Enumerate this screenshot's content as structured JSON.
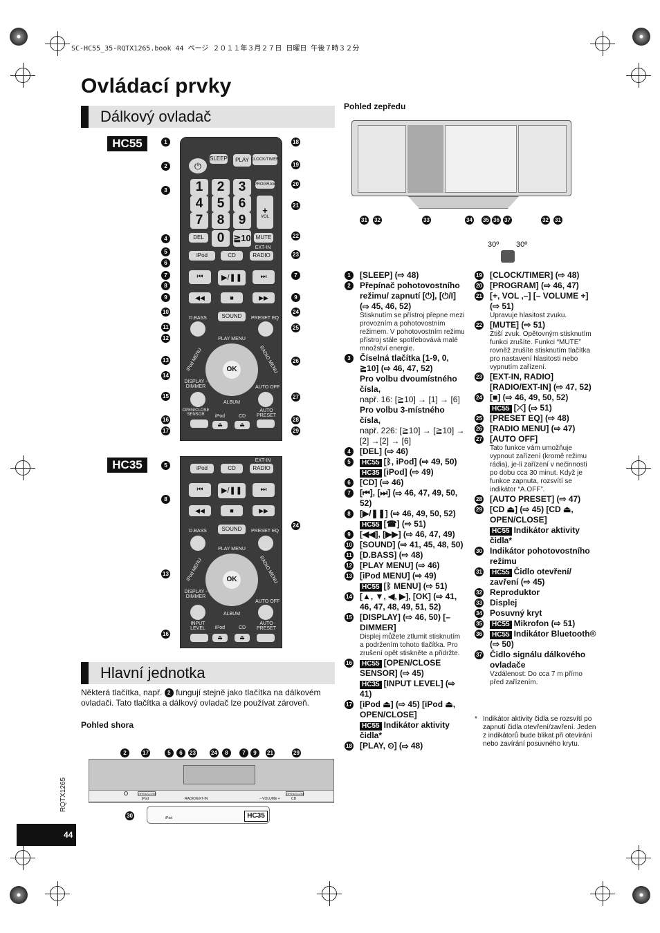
{
  "header": {
    "file_line": "SC-HC55_35-RQTX1265.book  44 ページ  ２０１１年３月２７日  日曜日  午後７時３２分"
  },
  "title": "Ovládací prvky",
  "sec_remote": "Dálkový ovladač",
  "sec_unit": "Hlavní jednotka",
  "badge_hc55": "HC55",
  "badge_hc35": "HC35",
  "front_view_label": "Pohled zepředu",
  "top_view_label": "Pohled shora",
  "unit_intro": "Některá tlačítka, např.",
  "unit_intro2": "fungují stejně jako tlačítka na dálkovém ovladači. Tato tlačítka a dálkový ovladač lze používat zároveň.",
  "angle_left": "30º",
  "angle_right": "30º",
  "side_code": "RQTX1265",
  "page_number": "44",
  "remote": {
    "sleep": "SLEEP",
    "play": "PLAY",
    "clock": "CLOCK/TIMER",
    "program": "PROGRAM",
    "vol": "VOL",
    "del": "DEL",
    "mute": "MUTE",
    "extin": "EXT-IN",
    "ipod": "iPod",
    "cd": "CD",
    "radio": "RADIO",
    "dbass": "D.BASS",
    "sound": "SOUND",
    "preset": "PRESET EQ",
    "playmenu": "PLAY MENU",
    "radiomenu": "RADIO MENU",
    "ipodmenu": "iPod MENU",
    "ok": "OK",
    "display": "DISPLAY -DIMMER",
    "autooff": "AUTO OFF",
    "album": "ALBUM",
    "openclose": "OPEN/CLOSE SENSOR",
    "autopreset": "AUTO PRESET",
    "inputlevel": "INPUT LEVEL",
    "digits": [
      "1",
      "2",
      "3",
      "4",
      "5",
      "6",
      "7",
      "8",
      "9",
      "0",
      "≧10"
    ]
  },
  "top_panel": {
    "ipod": "iPod",
    "radio": "RADIO/EXT-IN",
    "volume": "– VOLUME +",
    "cd": "CD",
    "openclose": "OPEN/CLOSE",
    "hc35": "HC35"
  },
  "list_left": [
    {
      "n": "1",
      "t": "[SLEEP] (⇨ 48)"
    },
    {
      "n": "2",
      "t": "Přepínač pohotovostního režimu/ zapnutí [⏻], [⏻/I] (⇨ 45, 46, 52)",
      "s": "Stisknutím se přístroj přepne mezi provozním a pohotovostním režimem. V pohotovostním režimu přístroj stále spotřebovává malé množství energie."
    },
    {
      "n": "3",
      "t": "Číselná tlačítka [1-9, 0, ≧10] (⇨ 46, 47, 52)",
      "x": "Pro volbu dvoumístného čísla,",
      "s2": "např. 16: [≧10] → [1] → [6]",
      "x2": "Pro volbu 3-místného čísla,",
      "s3": "např. 226: [≧10] → [≧10] → [2] →[2] → [6]"
    },
    {
      "n": "4",
      "t": "[DEL] (⇨ 46)"
    },
    {
      "n": "5",
      "k": "HC55",
      "t": "[ᛒ, iPod] (⇨ 49, 50)",
      "k2": "HC35",
      "t2": "[iPod] (⇨ 49)"
    },
    {
      "n": "6",
      "t": "[CD] (⇨ 46)"
    },
    {
      "n": "7",
      "t": "[⏮], [⏭] (⇨ 46, 47, 49, 50, 52)"
    },
    {
      "n": "8",
      "t": "[▶/❚❚] (⇨ 46, 49, 50, 52)",
      "k2": "HC55",
      "t2": "[☎] (⇨ 51)"
    },
    {
      "n": "9",
      "t": "[◀◀], [▶▶] (⇨ 46, 47, 49)"
    },
    {
      "n": "10",
      "t": "[SOUND] (⇨ 41, 45, 48, 50)"
    },
    {
      "n": "11",
      "t": "[D.BASS] (⇨ 48)"
    },
    {
      "n": "12",
      "t": "[PLAY MENU] (⇨ 46)"
    },
    {
      "n": "13",
      "t": "[iPod MENU] (⇨ 49)",
      "k2": "HC55",
      "t2": "[ᛒ MENU] (⇨ 51)"
    },
    {
      "n": "14",
      "t": "[▲, ▼, ◀, ▶], [OK] (⇨ 41, 46, 47, 48, 49, 51, 52)"
    },
    {
      "n": "15",
      "t": "[DISPLAY] (⇨ 46, 50) [–DIMMER]",
      "s": "Displej můžete ztlumit stisknutím a podržením tohoto tlačítka. Pro zrušení opět stiskněte a přidržte."
    },
    {
      "n": "16",
      "k": "HC55",
      "t": "[OPEN/CLOSE SENSOR] (⇨ 45)",
      "k2": "HC35",
      "t2": "[INPUT LEVEL] (⇨ 41)"
    },
    {
      "n": "17",
      "t": "[iPod ⏏] (⇨ 45) [iPod ⏏, OPEN/CLOSE]",
      "k2": "HC55",
      "t2": "Indikátor aktivity čidla*"
    },
    {
      "n": "18",
      "t": "[PLAY, ⏲] (⇨ 48)"
    }
  ],
  "list_right": [
    {
      "n": "19",
      "t": "[CLOCK/TIMER] (⇨ 48)"
    },
    {
      "n": "20",
      "t": "[PROGRAM] (⇨ 46, 47)"
    },
    {
      "n": "21",
      "t": "[+, VOL ,–] [– VOLUME +] (⇨ 51)",
      "s": "Upravuje hlasitost zvuku."
    },
    {
      "n": "22",
      "t": "[MUTE] (⇨ 51)",
      "s": "Ztiší zvuk. Opětovným stisknutím funkci zrušíte. Funkci “MUTE” rovněž zrušíte stisknutím tlačítka pro nastavení hlasitosti nebo vypnutím zařízení."
    },
    {
      "n": "23",
      "t": "[EXT-IN, RADIO] [RADIO/EXT-IN] (⇨ 47, 52)"
    },
    {
      "n": "24",
      "t": "[■] (⇨ 46, 49, 50, 52)",
      "k2": "HC55",
      "t2": "[⤫] (⇨ 51)"
    },
    {
      "n": "25",
      "t": "[PRESET EQ] (⇨ 48)"
    },
    {
      "n": "26",
      "t": "[RADIO MENU] (⇨ 47)"
    },
    {
      "n": "27",
      "t": "[AUTO OFF]",
      "s": "Tato funkce vám umožňuje vypnout zařízení (kromě režimu rádia), je-li zařízení v nečinnosti po dobu cca 30 minut. Když je funkce zapnuta, rozsvítí se indikátor “A.OFF”."
    },
    {
      "n": "28",
      "t": "[AUTO PRESET] (⇨ 47)"
    },
    {
      "n": "29",
      "t": "[CD ⏏] (⇨ 45) [CD ⏏, OPEN/CLOSE]",
      "k2": "HC55",
      "t2": "Indikátor aktivity čidla*"
    },
    {
      "n": "30",
      "t": "Indikátor pohotovostního režimu"
    },
    {
      "n": "31",
      "k": "HC55",
      "t": "Čidlo otevření/ zavření (⇨ 45)"
    },
    {
      "n": "32",
      "t": "Reproduktor"
    },
    {
      "n": "33",
      "t": "Displej"
    },
    {
      "n": "34",
      "t": "Posuvný kryt"
    },
    {
      "n": "35",
      "k": "HC55",
      "t": "Mikrofon (⇨ 51)"
    },
    {
      "n": "36",
      "k": "HC55",
      "t": "Indikátor Bluetooth® (⇨ 50)"
    },
    {
      "n": "37",
      "t": "Čidlo signálu dálkového ovladače",
      "s": "Vzdálenost: Do cca 7 m přímo před zařízením."
    }
  ],
  "footnote": "Indikátor aktivity čidla se rozsvítí po zapnutí čidla otevření/zavření. Jeden z indikátorů bude blikat při otevírání nebo zavírání posuvného krytu."
}
